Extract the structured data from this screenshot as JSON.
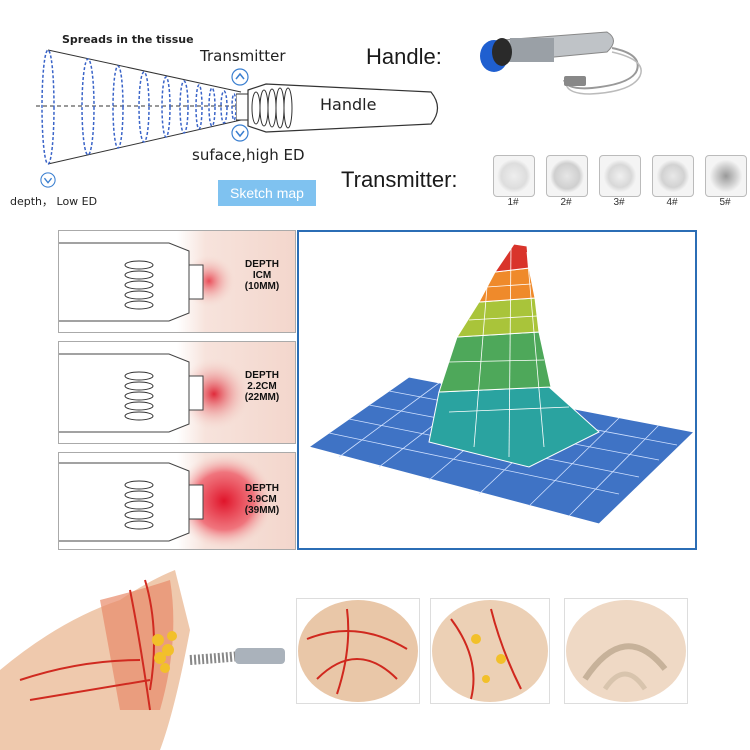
{
  "sketch": {
    "spreads_label": "Spreads in the tissue",
    "transmitter_label": "Transmitter",
    "handle_label": "Handle",
    "surface_label": "suface,high ED",
    "depth_label": "depth， Low ED",
    "sketch_map_label": "Sketch map"
  },
  "product": {
    "handle_title": "Handle:",
    "transmitter_title": "Transmitter:",
    "transmitters": [
      {
        "num": "1#"
      },
      {
        "num": "2#"
      },
      {
        "num": "3#"
      },
      {
        "num": "4#"
      },
      {
        "num": "5#"
      }
    ]
  },
  "depth_panels": [
    {
      "line1": "DEPTH",
      "line2": "ICM",
      "line3": "(10MM)"
    },
    {
      "line1": "DEPTH",
      "line2": "2.2CM",
      "line3": "(22MM)"
    },
    {
      "line1": "DEPTH",
      "line2": "3.9CM",
      "line3": "(39MM)"
    }
  ],
  "colors": {
    "accent_blue": "#2b6db5",
    "sketch_map_bg": "#7fc2f0",
    "wave_line": "#3a64c8",
    "red_peak": "#d9342b",
    "orange": "#ef8a2b",
    "yellow_green": "#a9c43a",
    "green": "#4ea85a",
    "teal": "#2aa3a0",
    "base_blue": "#3f73c5"
  },
  "icons": [
    "up-arrow-icon",
    "down-arrow-icon"
  ]
}
